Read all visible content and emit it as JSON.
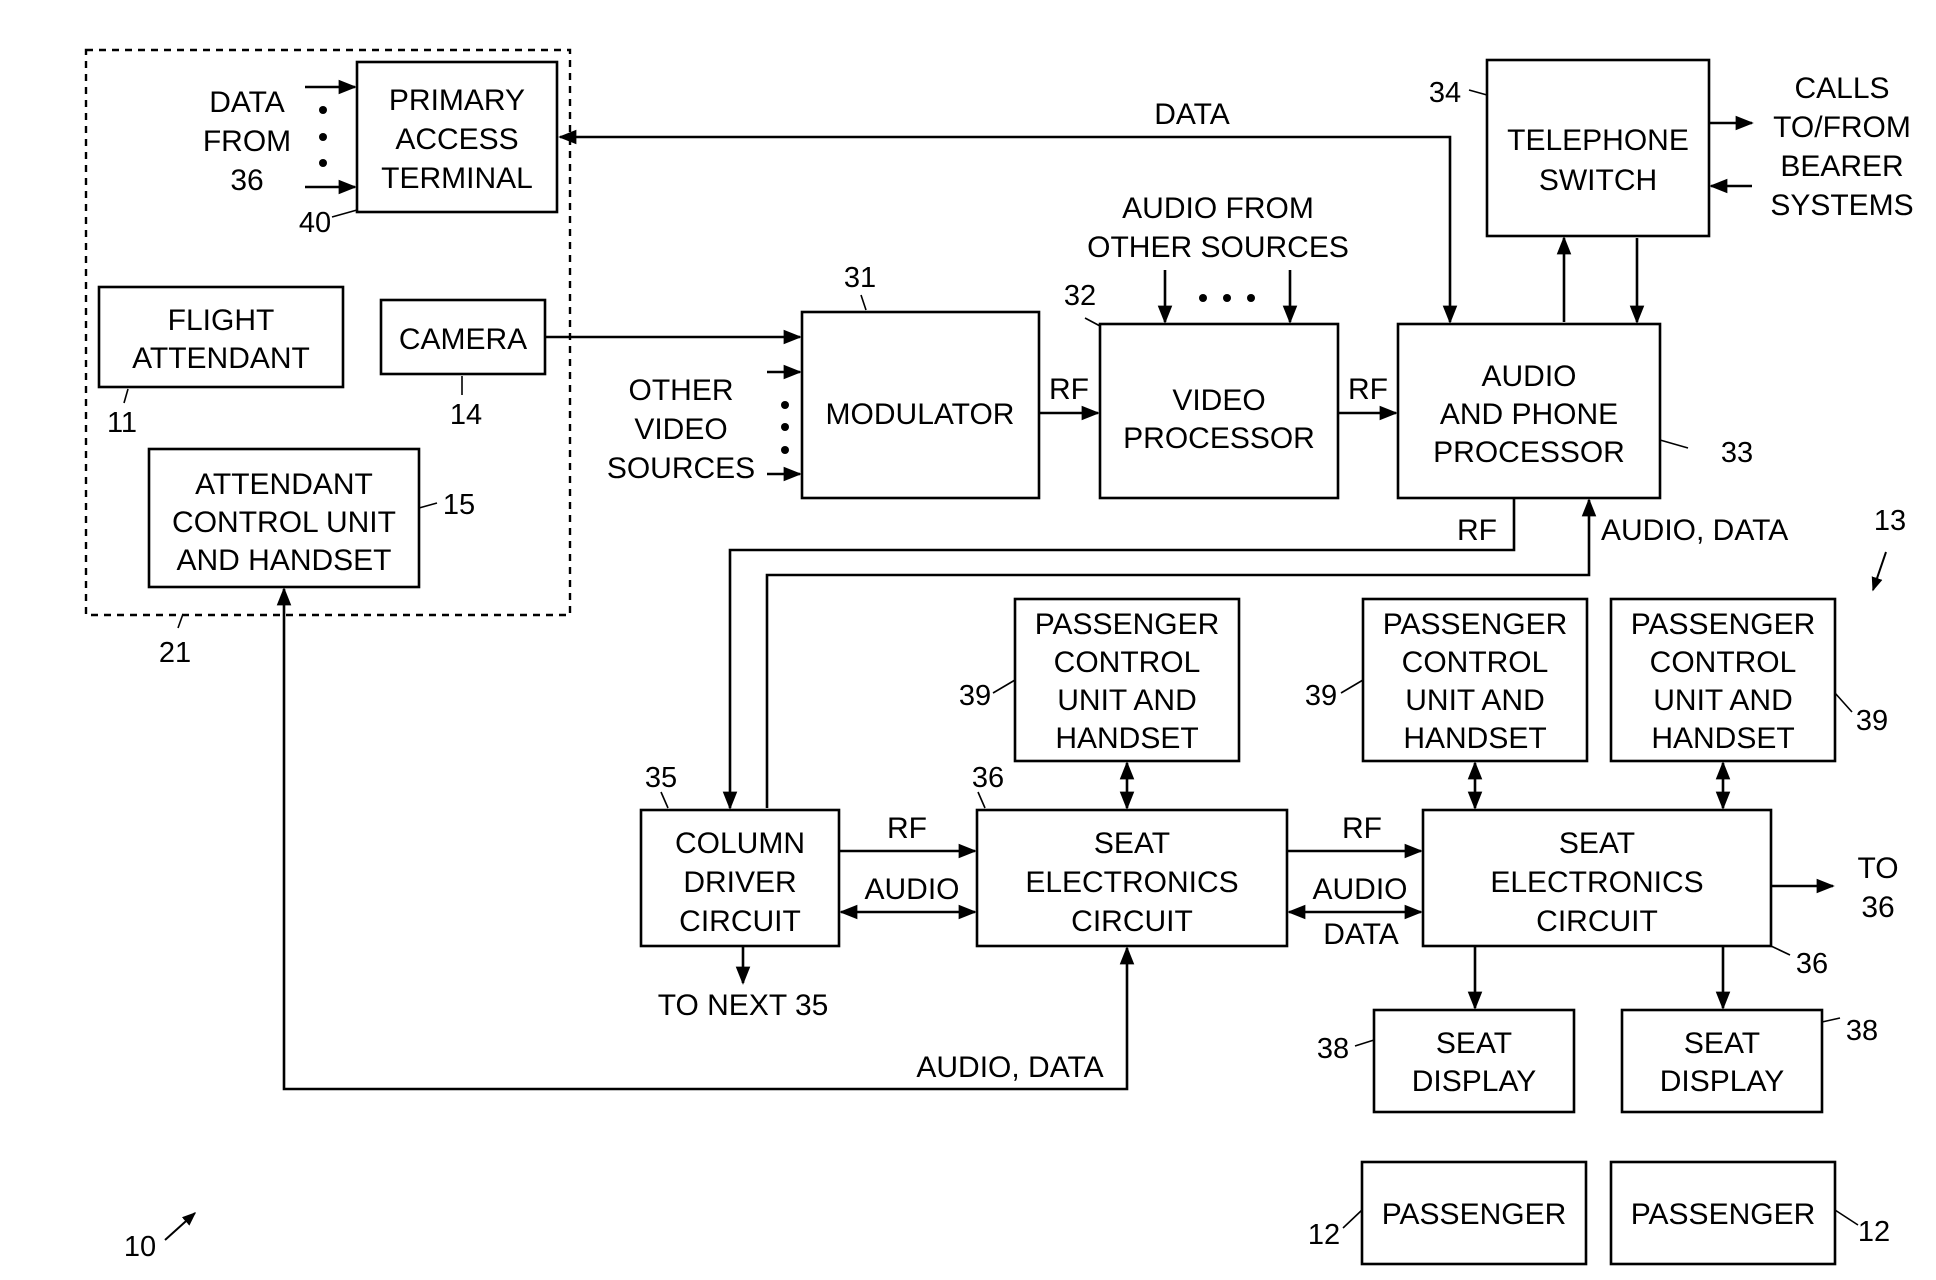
{
  "blocks": {
    "primary_access_terminal": [
      "PRIMARY",
      "ACCESS",
      "TERMINAL"
    ],
    "flight_attendant": [
      "FLIGHT",
      "ATTENDANT"
    ],
    "camera": [
      "CAMERA"
    ],
    "attendant_control_unit": [
      "ATTENDANT",
      "CONTROL UNIT",
      "AND HANDSET"
    ],
    "modulator": [
      "MODULATOR"
    ],
    "video_processor": [
      "VIDEO",
      "PROCESSOR"
    ],
    "audio_phone_processor": [
      "AUDIO",
      "AND PHONE",
      "PROCESSOR"
    ],
    "telephone_switch": [
      "TELEPHONE",
      "SWITCH"
    ],
    "column_driver": [
      "COLUMN",
      "DRIVER",
      "CIRCUIT"
    ],
    "seat_electronics_1": [
      "SEAT",
      "ELECTRONICS",
      "CIRCUIT"
    ],
    "seat_electronics_2": [
      "SEAT",
      "ELECTRONICS",
      "CIRCUIT"
    ],
    "passenger_control_1": [
      "PASSENGER",
      "CONTROL",
      "UNIT AND",
      "HANDSET"
    ],
    "passenger_control_2": [
      "PASSENGER",
      "CONTROL",
      "UNIT AND",
      "HANDSET"
    ],
    "passenger_control_3": [
      "PASSENGER",
      "CONTROL",
      "UNIT AND",
      "HANDSET"
    ],
    "seat_display_1": [
      "SEAT",
      "DISPLAY"
    ],
    "seat_display_2": [
      "SEAT",
      "DISPLAY"
    ],
    "passenger_1": [
      "PASSENGER"
    ],
    "passenger_2": [
      "PASSENGER"
    ]
  },
  "labels": {
    "data_from_36": [
      "DATA",
      "FROM",
      "36"
    ],
    "data_top": [
      "DATA"
    ],
    "calls_bearer": [
      "CALLS",
      "TO/FROM",
      "BEARER",
      "SYSTEMS"
    ],
    "audio_other_sources": [
      "AUDIO FROM",
      "OTHER SOURCES"
    ],
    "other_video_sources": [
      "OTHER",
      "VIDEO",
      "SOURCES"
    ],
    "rf_mod_vp": [
      "RF"
    ],
    "rf_vp_ap": [
      "RF"
    ],
    "rf_ap_out": [
      "RF"
    ],
    "audio_data_ap_in": [
      "AUDIO, DATA"
    ],
    "rf_cd_se": [
      "RF"
    ],
    "audio_cd_se": [
      "AUDIO"
    ],
    "rf_se_se": [
      "RF"
    ],
    "audio_se_se": [
      "AUDIO"
    ],
    "data_se_se": [
      "DATA"
    ],
    "to_next_35": [
      "TO NEXT 35"
    ],
    "audio_data_bottom": [
      "AUDIO, DATA"
    ],
    "to_36": [
      "TO",
      "36"
    ]
  },
  "refs": {
    "r10": "10",
    "r11": "11",
    "r12a": "12",
    "r12b": "12",
    "r13": "13",
    "r14": "14",
    "r15": "15",
    "r21": "21",
    "r31": "31",
    "r32": "32",
    "r33": "33",
    "r34": "34",
    "r35": "35",
    "r36a": "36",
    "r36b": "36",
    "r38a": "38",
    "r38b": "38",
    "r39a": "39",
    "r39b": "39",
    "r39c": "39",
    "r40": "40"
  }
}
